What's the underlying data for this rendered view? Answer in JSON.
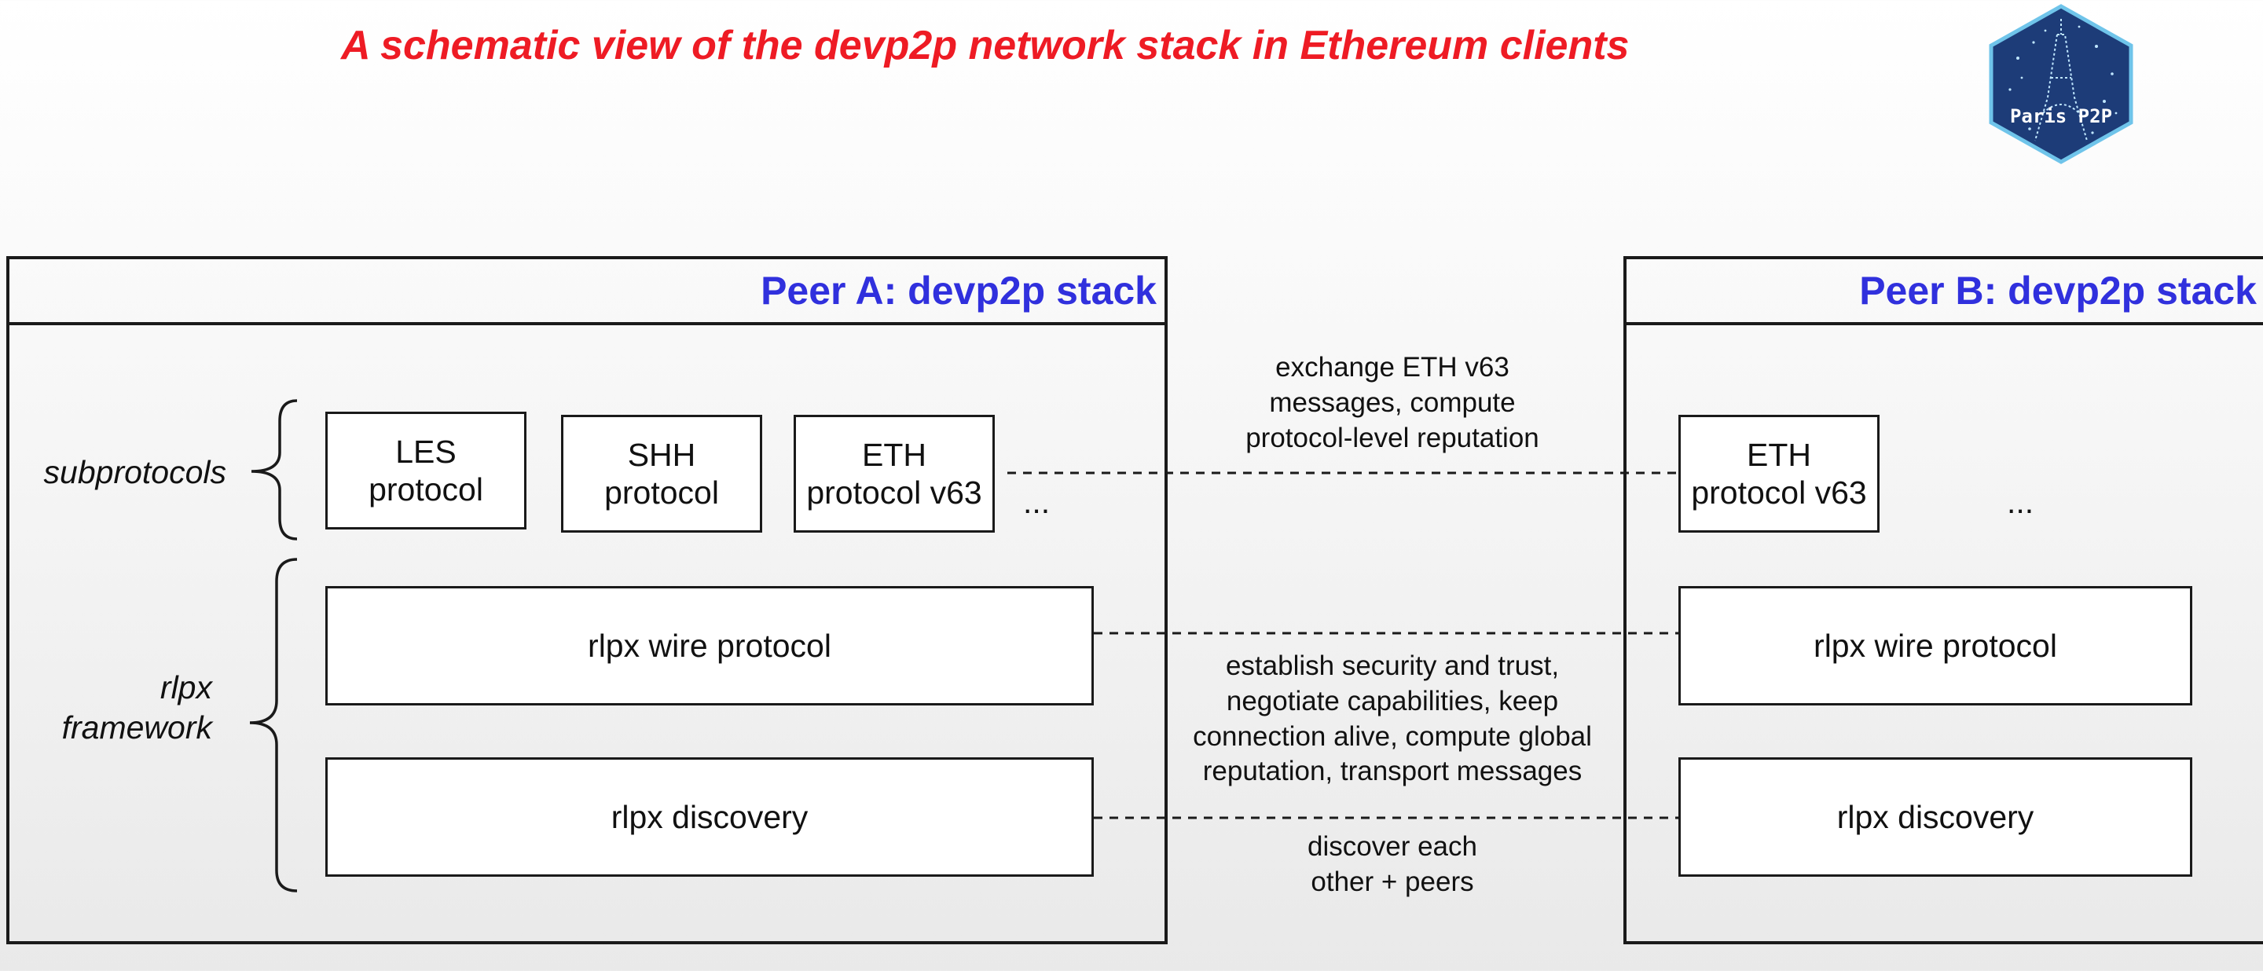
{
  "title": "A schematic view of the devp2p network stack in Ethereum clients",
  "logo": {
    "text": "Paris P2P",
    "colors": {
      "fill": "#1d3c78",
      "border": "#6fc4ea",
      "star": "#bfe6ff"
    }
  },
  "peer_a": {
    "title": "Peer A: devp2p stack",
    "labels": {
      "subprotocols": "subprotocols",
      "rlpx_line1": "rlpx",
      "rlpx_line2": "framework"
    },
    "boxes": {
      "les": {
        "line1": "LES",
        "line2": "protocol"
      },
      "shh": {
        "line1": "SHH",
        "line2": "protocol"
      },
      "eth": {
        "line1": "ETH",
        "line2": "protocol v63"
      },
      "wire": "rlpx wire protocol",
      "discovery": "rlpx discovery"
    },
    "ellipsis": "..."
  },
  "peer_b": {
    "title": "Peer B: devp2p stack",
    "boxes": {
      "eth": {
        "line1": "ETH",
        "line2": "protocol v63"
      },
      "wire": "rlpx wire protocol",
      "discovery": "rlpx discovery"
    },
    "ellipsis": "..."
  },
  "notes": {
    "eth": [
      "exchange ETH v63",
      "messages, compute",
      "protocol-level reputation"
    ],
    "wire": [
      "establish security and trust,",
      "negotiate capabilities, keep",
      "connection alive, compute global",
      "reputation, transport messages"
    ],
    "discovery": [
      "discover each",
      "other + peers"
    ]
  },
  "colors": {
    "title": "#ee1b24",
    "peer_title": "#3030dd",
    "line": "#1a1a1a"
  }
}
